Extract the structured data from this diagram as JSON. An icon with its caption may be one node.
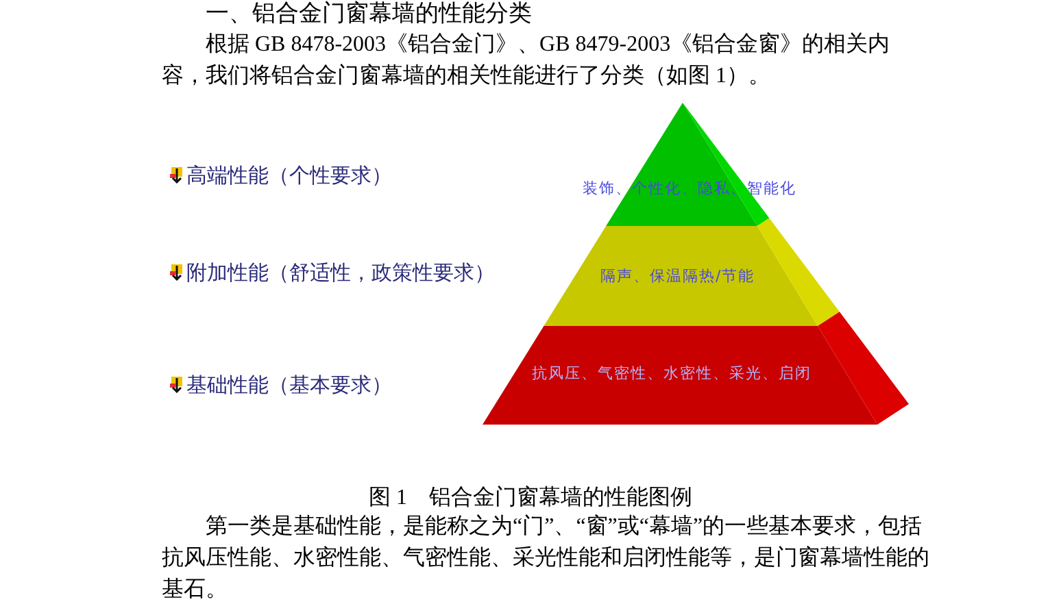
{
  "diagram": {
    "title": "一、铝合金门窗幕墙的性能分类",
    "caption": "图 1　铝合金门窗幕墙的性能图例",
    "nodes": [
      {
        "text": [
          "装饰、个性化、隐私、智能化"
        ]
      },
      {
        "text": [
          "隔声、保温隔热/节能"
        ]
      },
      {
        "text": [
          "抗风压、气密性、水密性、采光、启闭"
        ]
      }
    ],
    "labels": [
      "根据 GB 8478-2003《铝合金门》、GB 8479-2003《铝合金窗》的相关内容，我们将铝合金门窗幕墙的相关性能进行了分类（如图 1）。",
      "高端性能（个性要求）",
      "附加性能（舒适性，政策性要求）",
      "基础性能（基本要求）",
      "第一类是基础性能，是能称之为“门”、“窗”或“幕墙”的一些基本要求，包括抗风压性能、水密性能、气密性能、采光性能和启闭性能等，是门窗幕墙性能的基石。"
    ]
  }
}
